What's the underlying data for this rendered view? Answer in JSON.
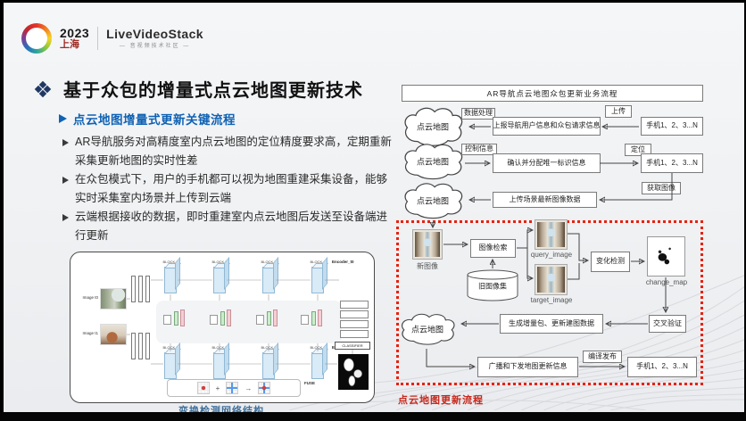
{
  "slide": {
    "header": {
      "year": "2023",
      "city": "上海",
      "brand": "LiveVideoStack",
      "tagline": "— 音视频技术社区 —"
    },
    "title": {
      "text": "基于众包的增量式点云地图更新技术"
    },
    "section": {
      "heading": "点云地图增量式更新关键流程",
      "bullets": [
        "AR导航服务对高精度室内点云地图的定位精度要求高，定期重新采集更新地图的实时性差",
        "在众包模式下，用户的手机都可以视为地图重建采集设备，能够实时采集室内场景并上传到云端",
        "云端根据接收的数据，即时重建室内点云地图后发送至设备端进行更新"
      ]
    },
    "network_figure": {
      "caption": "变换检测网络结构",
      "inputs": [
        "Image t0",
        "Image t1"
      ],
      "blocks": [
        "BLOCK 1",
        "BLOCK 2",
        "BLOCK 3",
        "BLOCK 4"
      ],
      "encoders": [
        "Encoder_t0",
        "Encoder_t1"
      ],
      "classifier": "CLASSIFIER",
      "fuse": "FUSE",
      "ops": {
        "plus": "+",
        "arrow": "→"
      }
    },
    "flowchart": {
      "title": "AR导航点云地图众包更新业务流程",
      "cloud_label": "点云地图",
      "phones_label": "手机1、2、3...N",
      "labels": {
        "data_processing": "数据处理",
        "upload": "上传",
        "control_info": "控制信息",
        "locate": "定位",
        "get_image": "获取图像",
        "publish": "编译发布"
      },
      "boxes": {
        "report": "上报导航用户信息和众包请求信息",
        "assign": "确认并分配唯一标识信息",
        "upload_scene": "上传场景最新图像数据",
        "retrieval": "图像检索",
        "old_image_db": "旧图像集",
        "change_detect": "变化检测",
        "cross_validate": "交叉验证",
        "generate_incremental": "生成增量包、更新建图数据",
        "broadcast": "广播和下发地图更新信息"
      },
      "image_labels": {
        "new_image": "新图像",
        "query_image": "query_image",
        "target_image": "target_image",
        "change_map": "change_map"
      },
      "red_caption": "点云地图更新流程"
    },
    "icons": {
      "title_marker": "diamond-cluster-icon",
      "section_marker": "triangle-arrow-icon",
      "logo": "rainbow-ring-logo-icon",
      "cloud": "cloud-shape",
      "database": "cylinder-database"
    },
    "colors": {
      "title_marker_blue": "#203864",
      "section_blue": "#0f62b4",
      "figure_caption_blue": "#41719c",
      "highlight_red": "#e8210f",
      "city_red": "#9e2b25"
    }
  }
}
